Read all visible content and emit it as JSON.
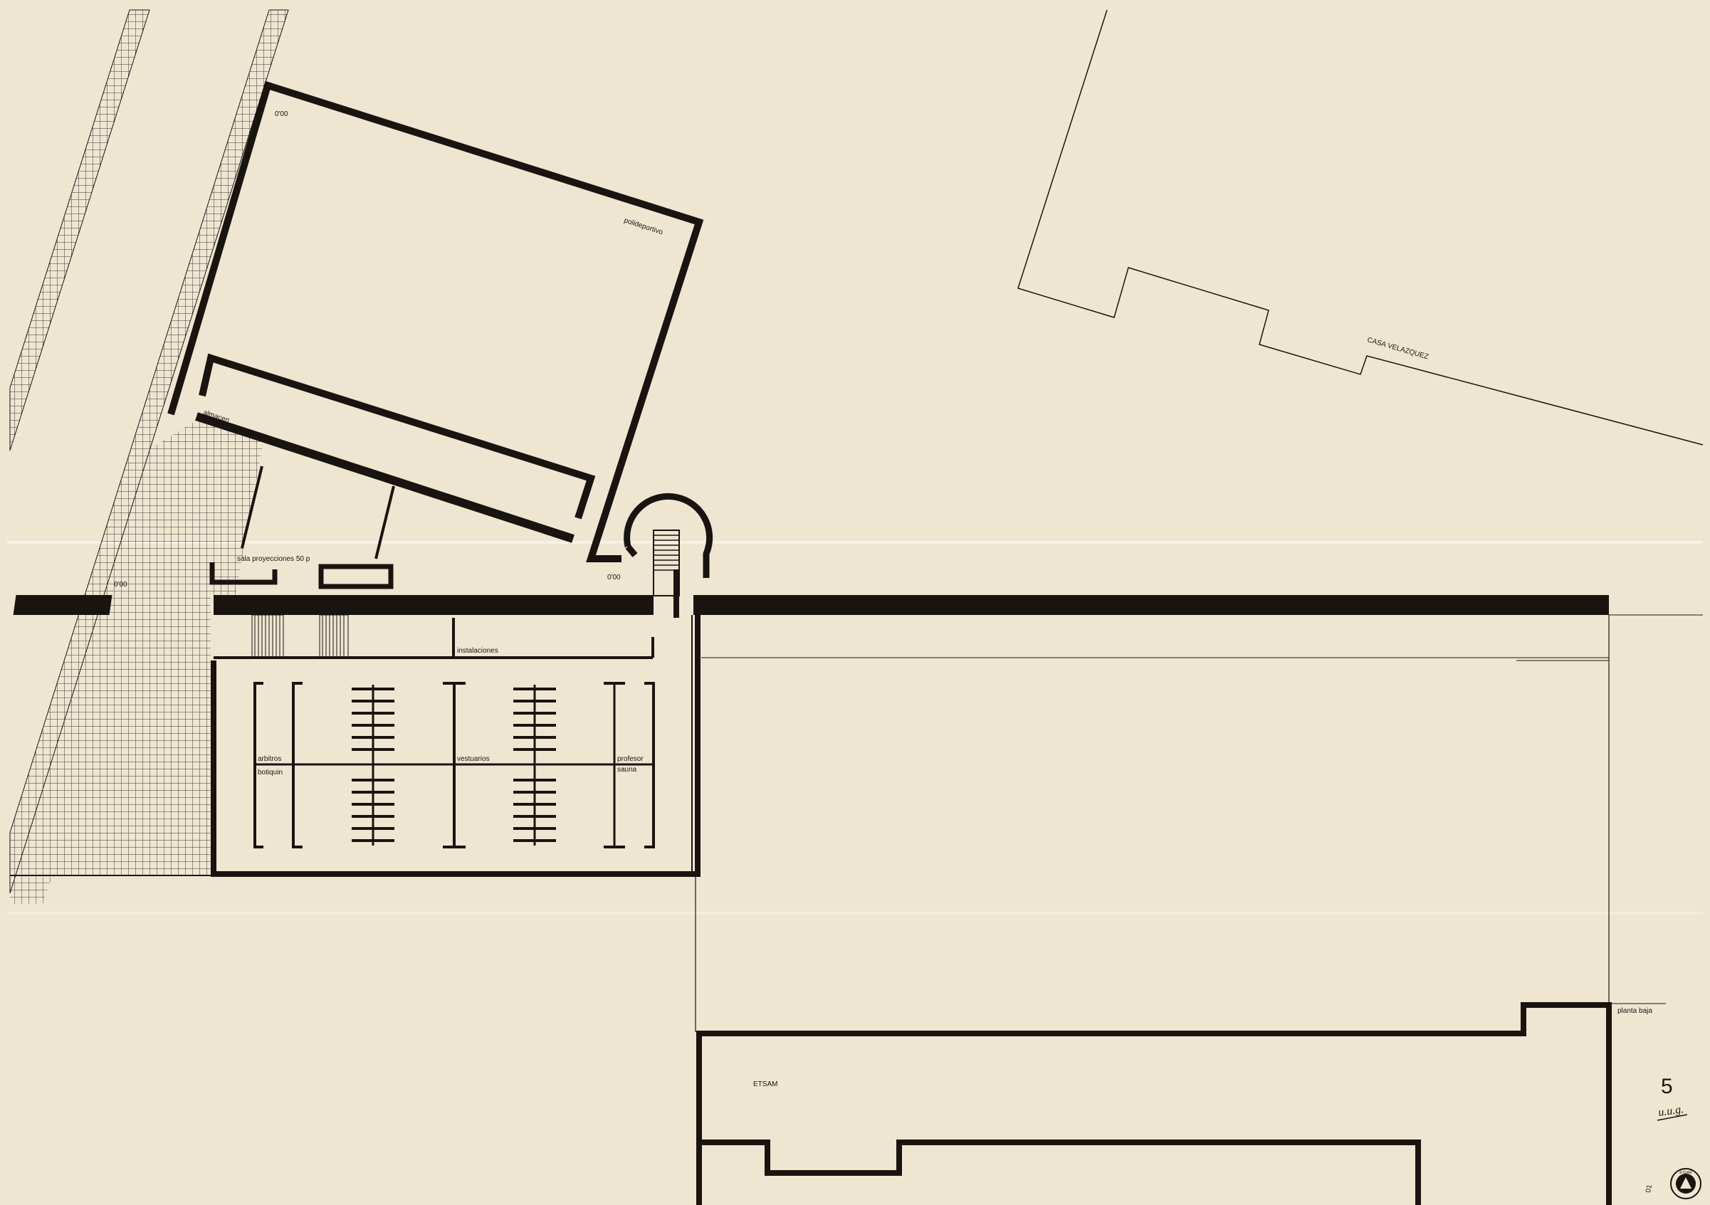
{
  "labels": {
    "level_polideportivo": "0'00",
    "polideportivo": "polideportivo",
    "almacen": "almacen",
    "sala_proyecciones": "sala proyecciones 50 p",
    "level_left": "0'00",
    "level_entry": "0'00",
    "instalaciones": "instalaciones",
    "arbitros": "arbitros",
    "botiquin": "botiquin",
    "vestuarios": "vestuarios",
    "profesor": "profesor",
    "sauna": "sauna",
    "casa_velazquez": "CASA VELAZQUEZ",
    "etsam": "ETSAM",
    "planta_baja": "planta baja"
  },
  "sheet": {
    "number": "5",
    "signature": "u.u.g.",
    "stamp_number": "01",
    "stamp_text": "ETSAM"
  },
  "colors": {
    "paper": "#efe6d2",
    "ink": "#1a1410",
    "grid": "#3a3330"
  }
}
